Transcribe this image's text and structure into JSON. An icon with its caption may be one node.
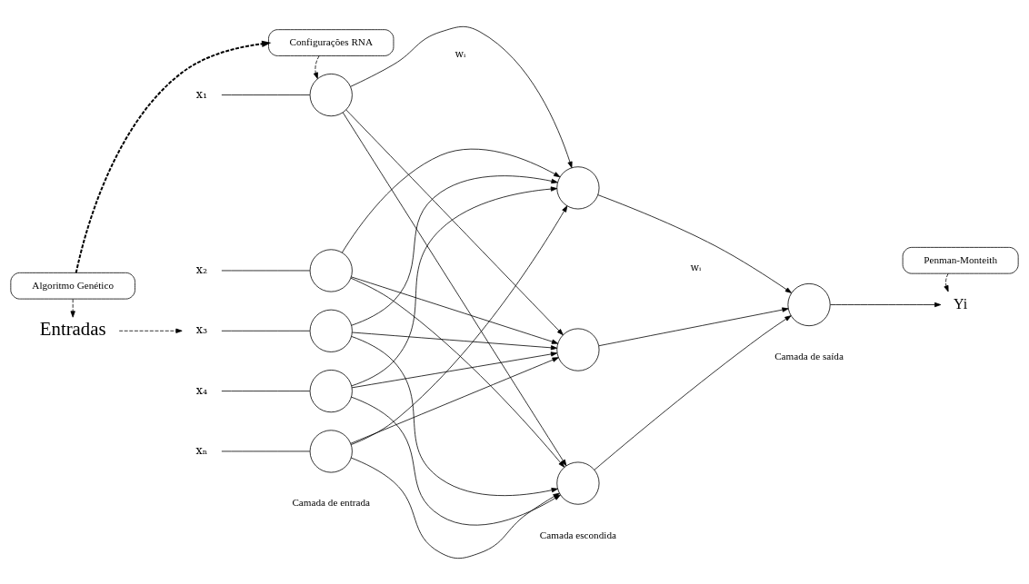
{
  "diagram": {
    "nodes": [
      {
        "text": [
          "Algoritmo Genético"
        ]
      },
      {
        "text": [
          "Configurações RNA"
        ]
      },
      {
        "text": [
          "Penman-Monteith"
        ]
      },
      {
        "text": [
          "Entradas"
        ]
      },
      {
        "text": [
          "x₁"
        ]
      },
      {
        "text": [
          "x₂"
        ]
      },
      {
        "text": [
          "x₃"
        ]
      },
      {
        "text": [
          "x₄"
        ]
      },
      {
        "text": [
          "xₙ"
        ]
      },
      {
        "text": [],
        "shape": "circle"
      },
      {
        "text": [],
        "shape": "circle"
      },
      {
        "text": [],
        "shape": "circle"
      },
      {
        "text": [],
        "shape": "circle"
      },
      {
        "text": [],
        "shape": "circle"
      },
      {
        "text": [],
        "shape": "circle"
      },
      {
        "text": [],
        "shape": "circle"
      },
      {
        "text": [],
        "shape": "circle"
      },
      {
        "text": [],
        "shape": "circle"
      },
      {
        "text": [
          "Yi"
        ]
      }
    ],
    "edges": [
      {
        "from": 0,
        "to": 1,
        "arrow": "to",
        "style": "dashed"
      },
      {
        "from": 0,
        "to": 3,
        "arrow": "to",
        "style": "dashed"
      },
      {
        "from": 1,
        "to": 9,
        "arrow": "to",
        "style": "dashed"
      },
      {
        "from": 2,
        "to": 18,
        "arrow": "to",
        "style": "dashed"
      },
      {
        "from": 3,
        "to": 6,
        "arrow": "to",
        "style": "dashed"
      },
      {
        "from": 4,
        "to": 9,
        "arrow": "none"
      },
      {
        "from": 5,
        "to": 10,
        "arrow": "none"
      },
      {
        "from": 6,
        "to": 11,
        "arrow": "none"
      },
      {
        "from": 7,
        "to": 12,
        "arrow": "none"
      },
      {
        "from": 8,
        "to": 13,
        "arrow": "none"
      },
      {
        "from": 9,
        "to": 14,
        "arrow": "to"
      },
      {
        "from": 9,
        "to": 15,
        "arrow": "to"
      },
      {
        "from": 9,
        "to": 16,
        "arrow": "to"
      },
      {
        "from": 10,
        "to": 14,
        "arrow": "to"
      },
      {
        "from": 10,
        "to": 15,
        "arrow": "to"
      },
      {
        "from": 10,
        "to": 16,
        "arrow": "to"
      },
      {
        "from": 11,
        "to": 14,
        "arrow": "to"
      },
      {
        "from": 11,
        "to": 15,
        "arrow": "to"
      },
      {
        "from": 11,
        "to": 16,
        "arrow": "to"
      },
      {
        "from": 12,
        "to": 14,
        "arrow": "to"
      },
      {
        "from": 12,
        "to": 15,
        "arrow": "to"
      },
      {
        "from": 12,
        "to": 16,
        "arrow": "to"
      },
      {
        "from": 13,
        "to": 14,
        "arrow": "to"
      },
      {
        "from": 13,
        "to": 15,
        "arrow": "to"
      },
      {
        "from": 13,
        "to": 16,
        "arrow": "to"
      },
      {
        "from": 14,
        "to": 17,
        "arrow": "to"
      },
      {
        "from": 15,
        "to": 17,
        "arrow": "to"
      },
      {
        "from": 16,
        "to": 17,
        "arrow": "to"
      },
      {
        "from": 17,
        "to": 18,
        "arrow": "to"
      }
    ],
    "labels": [
      "wᵢ",
      "wᵢ",
      "Camada de entrada",
      "Camada escondida",
      "Camada de saída"
    ]
  }
}
